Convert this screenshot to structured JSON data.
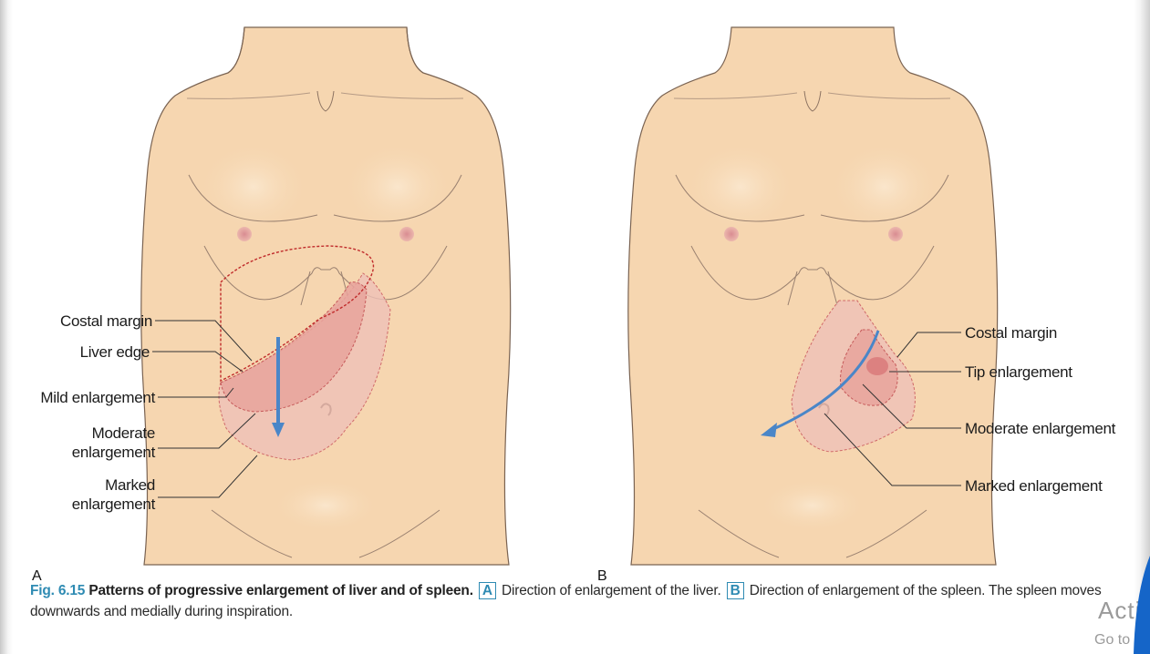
{
  "panel_a": {
    "letter": "A",
    "labels": {
      "costal_margin": "Costal margin",
      "liver_edge": "Liver edge",
      "mild": "Mild enlargement",
      "moderate_1": "Moderate",
      "moderate_2": "enlargement",
      "marked_1": "Marked",
      "marked_2": "enlargement"
    }
  },
  "panel_b": {
    "letter": "B",
    "labels": {
      "costal_margin": "Costal margin",
      "tip": "Tip enlargement",
      "moderate": "Moderate enlargement",
      "marked": "Marked enlargement"
    }
  },
  "caption": {
    "number": "Fig. 6.15",
    "title": "Patterns of progressive enlargement of liver and of spleen.",
    "box_a": "A",
    "text_a": "Direction of enlargement of the liver.",
    "box_b": "B",
    "text_b": "Direction of enlargement of the spleen. The spleen moves downwards and medially during inspiration."
  },
  "overlay": {
    "activate_text": "Acti",
    "goto_text": "Go to"
  },
  "colors": {
    "skin": "#f6d6b0",
    "outline": "#6b5545",
    "enlargement": "#e9a8a0",
    "arrow": "#4a86c8",
    "caption_accent": "#2f8bb3"
  }
}
